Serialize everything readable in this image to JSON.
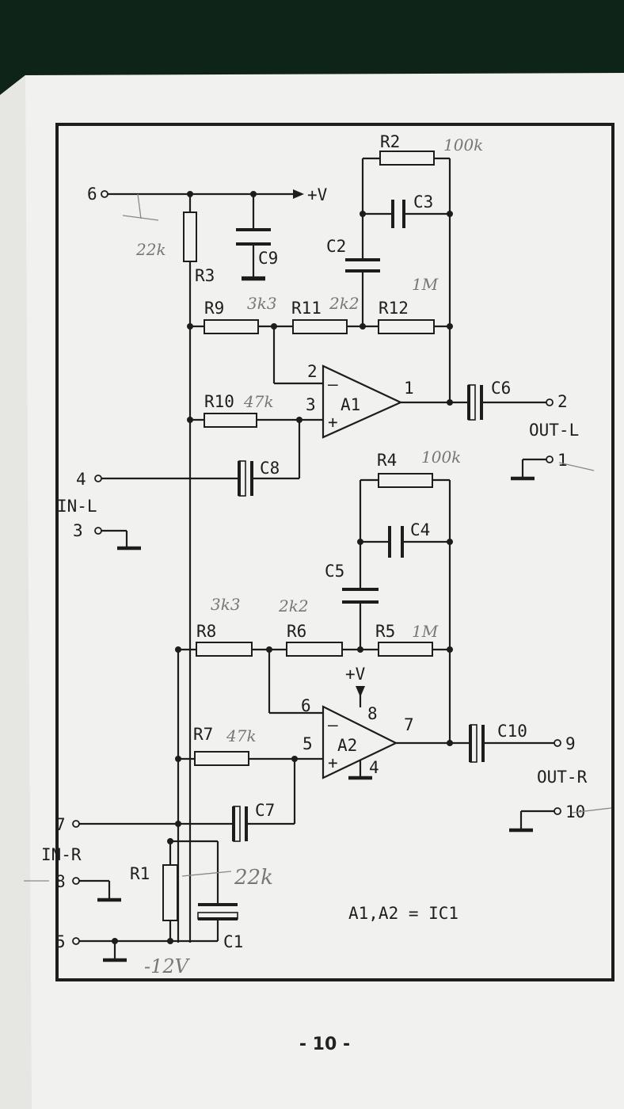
{
  "page_number": "- 10 -",
  "note": "A1,A2  =  IC1",
  "supply": {
    "pos": "+V",
    "pos2": "+V"
  },
  "terminals": {
    "t6": "6",
    "t4": "4",
    "t3": "3",
    "t7": "7",
    "t8": "8",
    "t5": "5",
    "t2": "2",
    "t1": "1",
    "t9": "9",
    "t10": "10"
  },
  "ports": {
    "in_l": "IN-L",
    "in_r": "IN-R",
    "out_l": "OUT-L",
    "out_r": "OUT-R"
  },
  "opamps": {
    "a1": "A1",
    "a2": "A2"
  },
  "pins": {
    "a1_in_neg": "2",
    "a1_in_pos": "3",
    "a1_out": "1",
    "a2_in_neg": "6",
    "a2_in_pos": "5",
    "a2_out": "7",
    "a2_vcc": "8",
    "a2_gnd": "4"
  },
  "components": {
    "R1": "R1",
    "R2": "R2",
    "R3": "R3",
    "R4": "R4",
    "R5": "R5",
    "R6": "R6",
    "R7": "R7",
    "R8": "R8",
    "R9": "R9",
    "R10": "R10",
    "R11": "R11",
    "R12": "R12",
    "C1": "C1",
    "C2": "C2",
    "C3": "C3",
    "C4": "C4",
    "C5": "C5",
    "C6": "C6",
    "C7": "C7",
    "C8": "C8",
    "C9": "C9",
    "C10": "C10"
  },
  "handwritten": {
    "r2": "100k",
    "r3": "22k",
    "r9": "3k3",
    "r11": "2k2",
    "r12": "1M",
    "r10": "47k",
    "r4": "100k",
    "r8": "3k3",
    "r6": "2k2",
    "r5": "1M",
    "r7": "47k",
    "r1": "22k",
    "supply_neg": "-12V"
  },
  "colors": {
    "paper": "#f1f1ef",
    "ink": "#1d1d1d",
    "pencil": "#777777",
    "background": "#0f2418"
  }
}
